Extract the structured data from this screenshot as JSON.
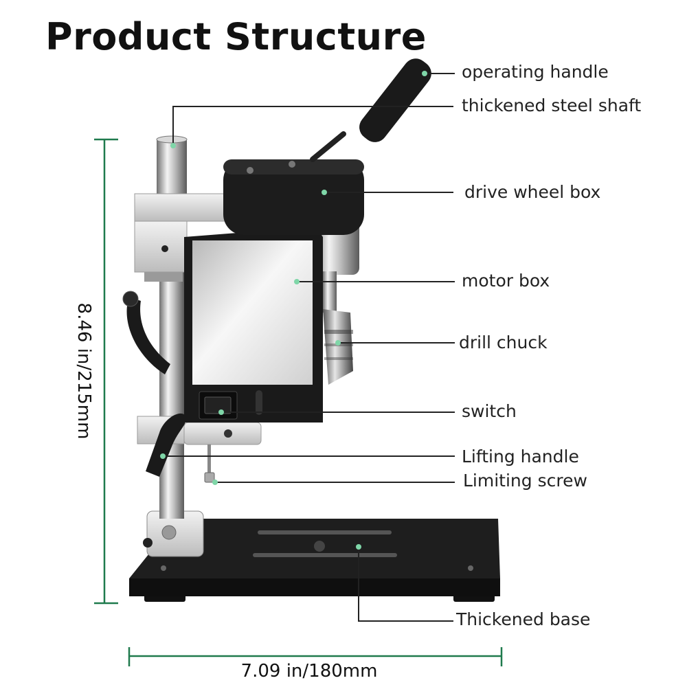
{
  "title": "Product Structure",
  "colors": {
    "dimension_line": "#1f7a4d",
    "callout_line": "#222222",
    "callout_dot": "#7fd6a8",
    "machine_black": "#1a1a1a"
  },
  "callouts": [
    {
      "id": "operating-handle",
      "label": "operating handle"
    },
    {
      "id": "thickened-steel-shaft",
      "label": "thickened steel shaft"
    },
    {
      "id": "drive-wheel-box",
      "label": "drive wheel box"
    },
    {
      "id": "motor-box",
      "label": "motor box"
    },
    {
      "id": "drill-chuck",
      "label": "drill chuck"
    },
    {
      "id": "switch",
      "label": "switch"
    },
    {
      "id": "lifting-handle",
      "label": "Lifting handle"
    },
    {
      "id": "limiting-screw",
      "label": "Limiting screw"
    },
    {
      "id": "thickened-base",
      "label": "Thickened base"
    }
  ],
  "dimensions": {
    "height": "8.46 in/215mm",
    "width": "7.09 in/180mm"
  }
}
